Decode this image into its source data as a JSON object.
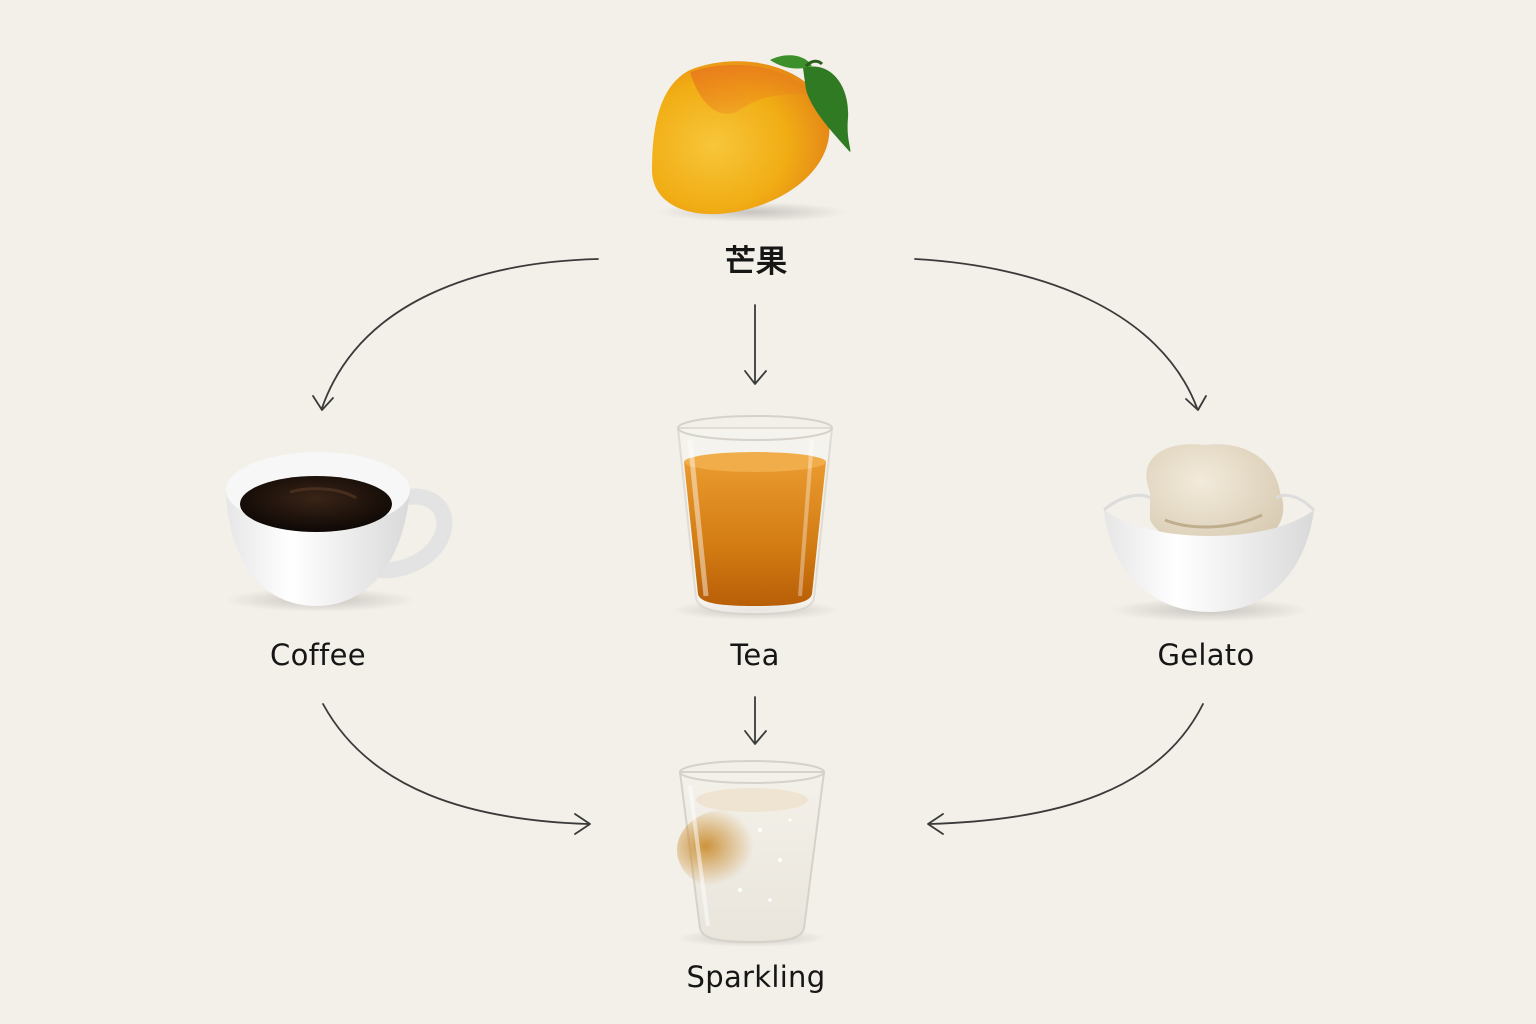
{
  "nodes": {
    "mango": {
      "label": "芒果",
      "icon": "mango-icon"
    },
    "coffee": {
      "label": "Coffee",
      "icon": "coffee-cup-icon"
    },
    "tea": {
      "label": "Tea",
      "icon": "tea-glass-icon"
    },
    "gelato": {
      "label": "Gelato",
      "icon": "gelato-bowl-icon"
    },
    "sparkling": {
      "label": "Sparkling",
      "icon": "sparkling-glass-icon"
    }
  },
  "edges": [
    {
      "from": "mango",
      "to": "coffee"
    },
    {
      "from": "mango",
      "to": "tea"
    },
    {
      "from": "mango",
      "to": "gelato"
    },
    {
      "from": "coffee",
      "to": "sparkling"
    },
    {
      "from": "tea",
      "to": "sparkling"
    },
    {
      "from": "gelato",
      "to": "sparkling"
    }
  ],
  "colors": {
    "background": "#f3efe9",
    "arrow": "#3a3a3a",
    "text": "#161616",
    "mango": "#f2b31c",
    "tea": "#d9861c",
    "coffee": "#1c120c"
  }
}
